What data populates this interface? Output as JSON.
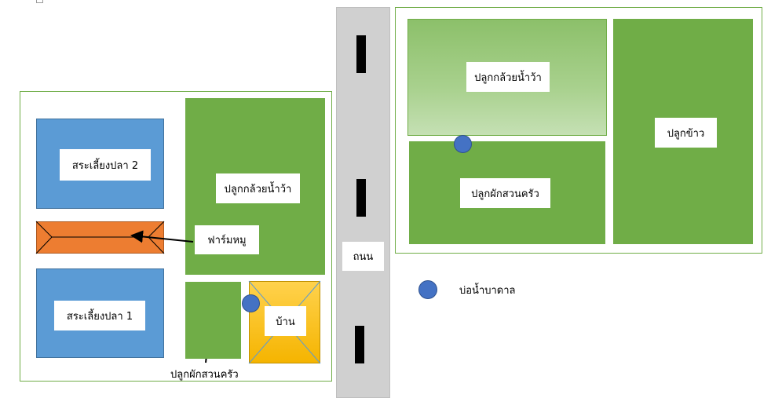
{
  "left_plot": {
    "fish_pond_2": "สระเลี้ยงปลา 2",
    "fish_pond_1": "สระเลี้ยงปลา 1",
    "banana_label": "ปลูกกล้วยน้ำว้า",
    "pig_farm_label": "ฟาร์มหมู",
    "house_label": "บ้าน",
    "garden_label": "ปลูกผักสวนครัว"
  },
  "road": {
    "label": "ถนน"
  },
  "right_plot": {
    "banana_label": "ปลูกกล้วยน้ำว้า",
    "garden_label": "ปลูกผักสวนครัว",
    "rice_label": "ปลูกข้าว"
  },
  "legend": {
    "well_label": "บ่อน้ำบาดาล"
  },
  "colors": {
    "pond": "#5b9bd5",
    "crop": "#70ad47",
    "banana_right": "#a9d18e",
    "pig_farm": "#ed7d31",
    "house": "#ffc000",
    "road": "#d0d0d0",
    "well": "#4472c4"
  }
}
